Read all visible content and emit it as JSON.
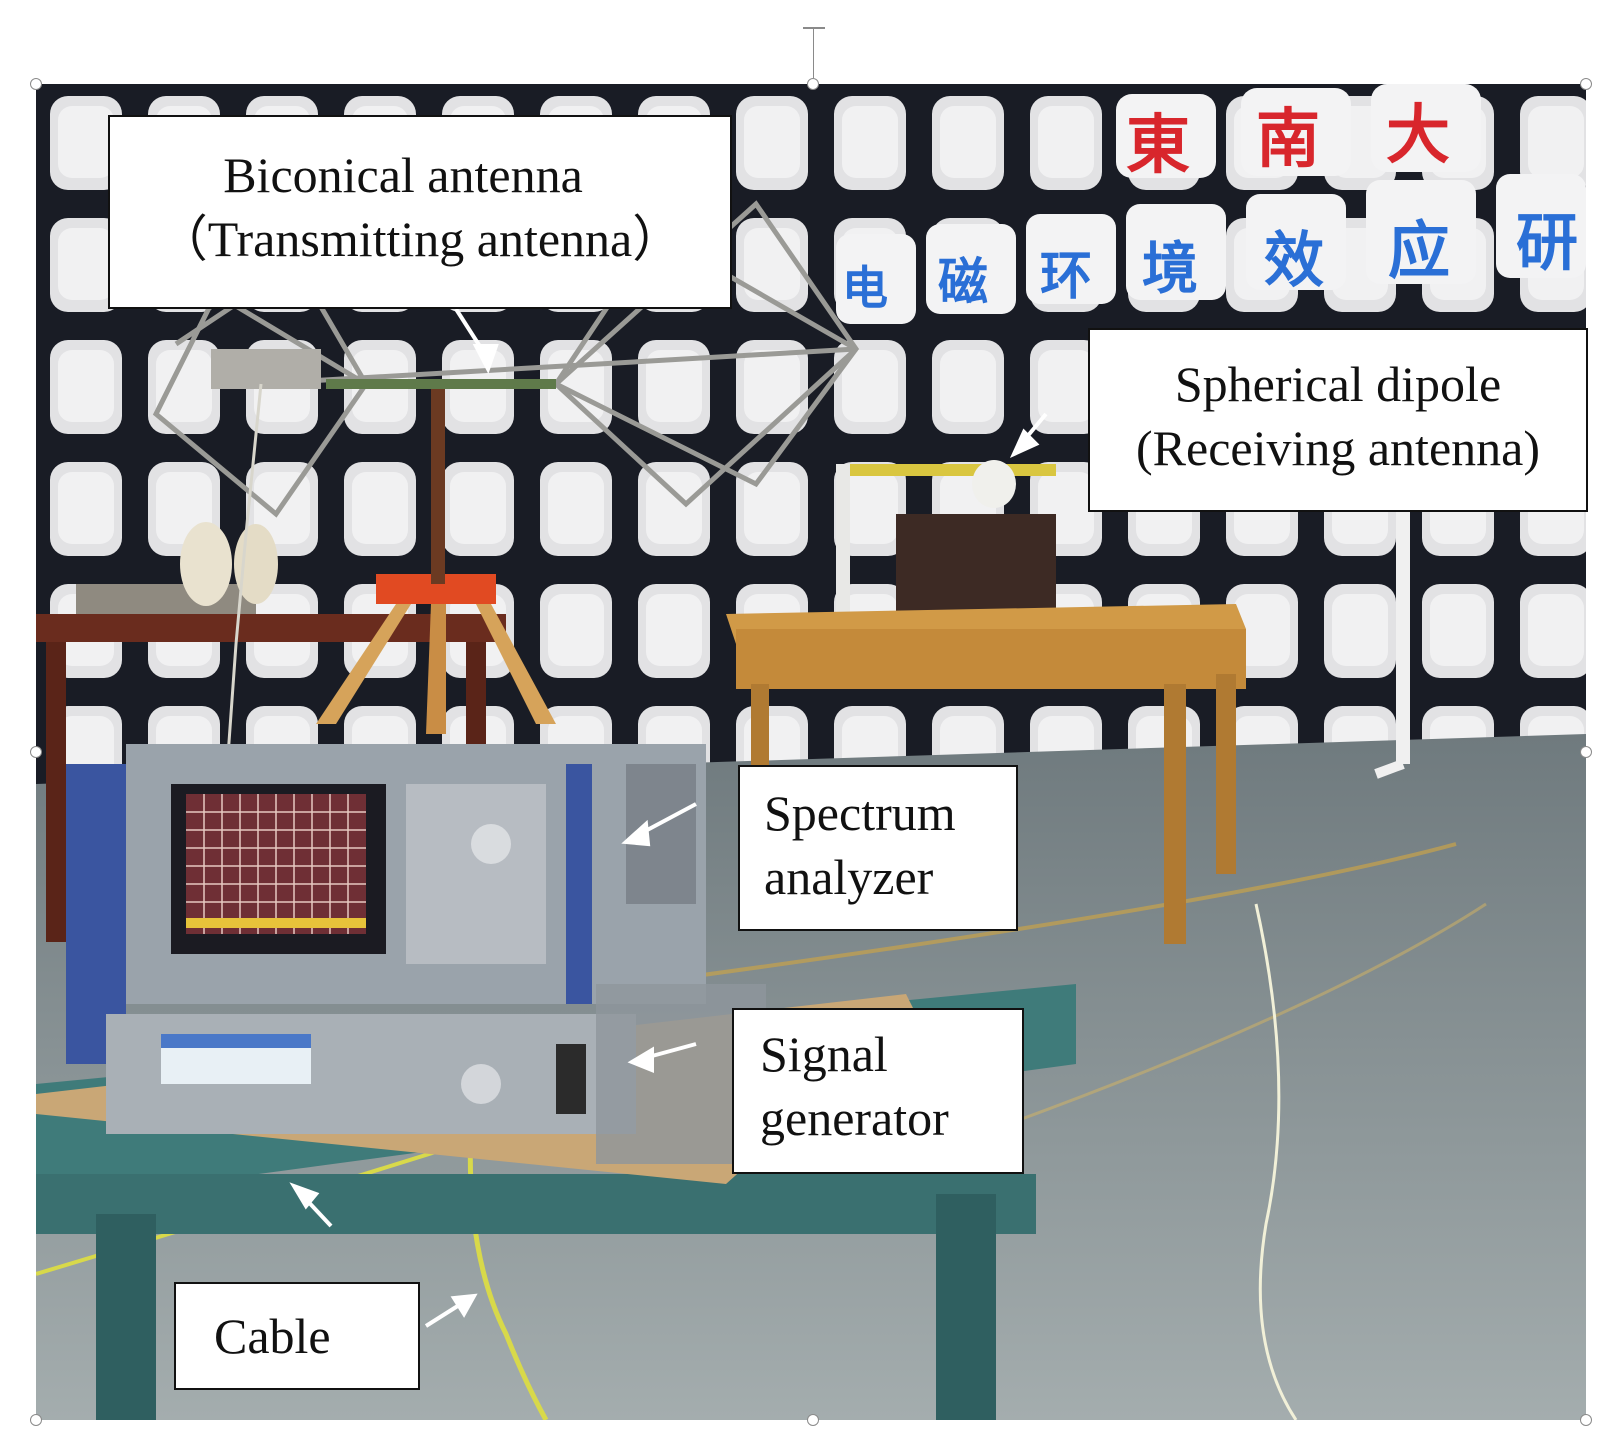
{
  "labels": {
    "biconical": {
      "line1": "Biconical antenna",
      "line2": "（Transmitting antenna）"
    },
    "dipole": {
      "line1": "Spherical dipole",
      "line2": "(Receiving antenna)"
    },
    "spectrum": {
      "line1": "Spectrum",
      "line2": "analyzer"
    },
    "generator": {
      "line1": "Signal",
      "line2": "generator"
    },
    "cable": {
      "line1": "Cable"
    }
  },
  "wall_signs": {
    "red_text": [
      "東",
      "南",
      "大"
    ],
    "blue_text": [
      "电",
      "磁",
      "环",
      "境",
      "效",
      "应",
      "研"
    ]
  },
  "colors": {
    "absorber_wall": "#1a1d26",
    "absorber_tile": "#e4e4e6",
    "floor": "#8f9a9c",
    "sign_red": "#d8262c",
    "sign_blue": "#2a6fd6",
    "label_border": "#111111"
  }
}
